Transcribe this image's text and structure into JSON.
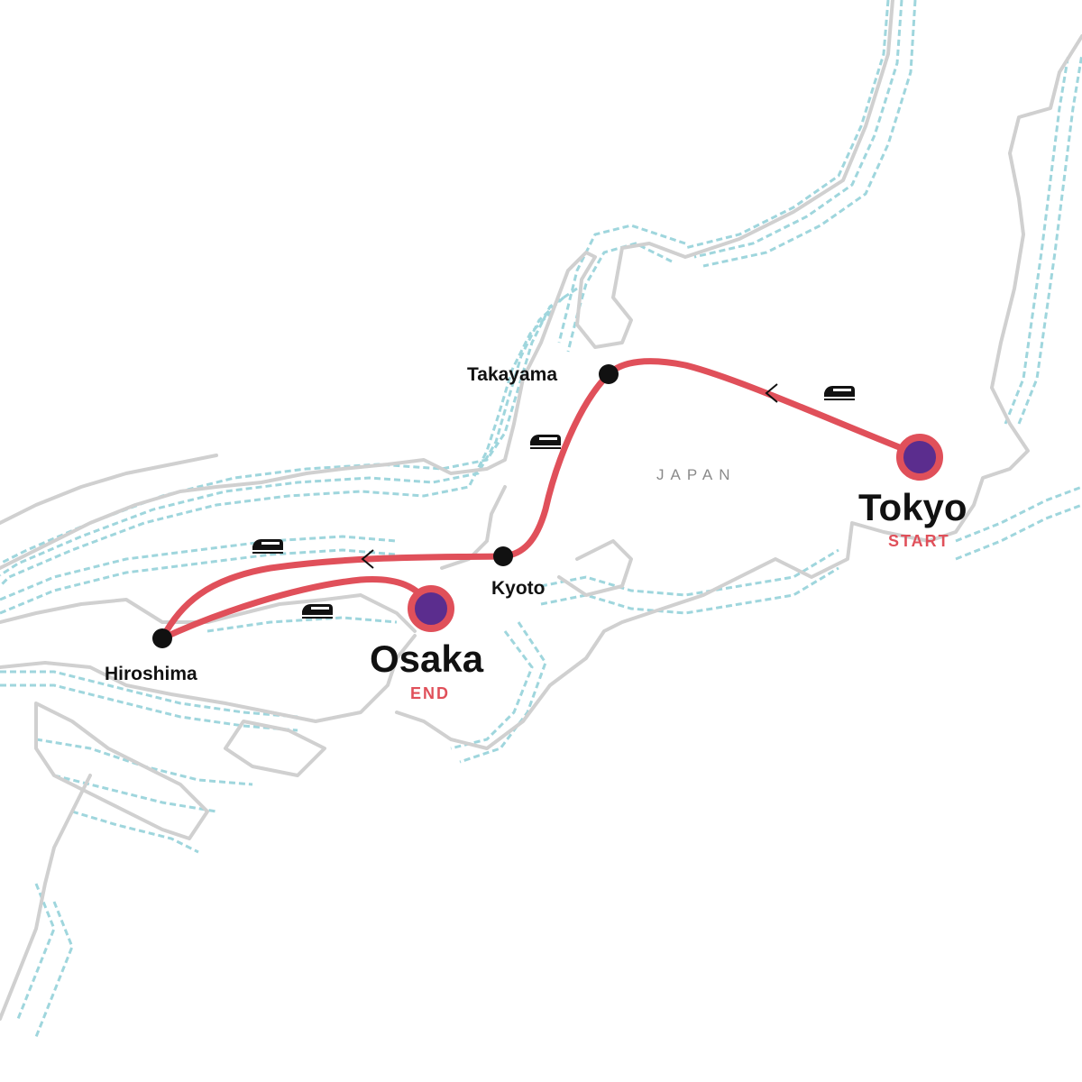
{
  "map": {
    "region_label": "JAPAN",
    "colors": {
      "route": "#e0505a",
      "endpoint": "#5b2d8e",
      "stop": "#111111",
      "coast": "#d0d0d0",
      "water": "#9fd6dd"
    },
    "stops": [
      {
        "name": "Tokyo",
        "tag": "START",
        "type": "endpoint"
      },
      {
        "name": "Takayama",
        "type": "stop"
      },
      {
        "name": "Kyoto",
        "type": "stop"
      },
      {
        "name": "Hiroshima",
        "type": "stop"
      },
      {
        "name": "Osaka",
        "tag": "END",
        "type": "endpoint"
      }
    ],
    "legs": [
      {
        "from": "Tokyo",
        "to": "Takayama",
        "mode": "train-icon"
      },
      {
        "from": "Takayama",
        "to": "Kyoto",
        "mode": "train-icon"
      },
      {
        "from": "Kyoto",
        "to": "Hiroshima",
        "mode": "train-icon"
      },
      {
        "from": "Hiroshima",
        "to": "Osaka",
        "mode": "train-icon"
      }
    ]
  }
}
